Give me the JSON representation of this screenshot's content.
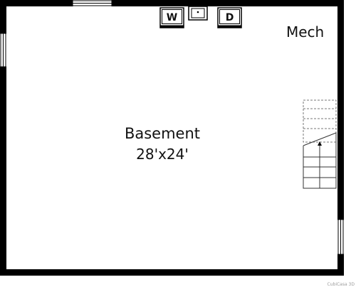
{
  "rooms": {
    "mech": "Mech",
    "basement": "Basement",
    "basement_dimensions": "28'x24'"
  },
  "appliances": {
    "washer": "W",
    "dryer": "D"
  },
  "watermark": "CubiCasa 3D",
  "colors": {
    "wall": "#000000",
    "background": "#ffffff",
    "dashed_stairs": "#777777"
  }
}
